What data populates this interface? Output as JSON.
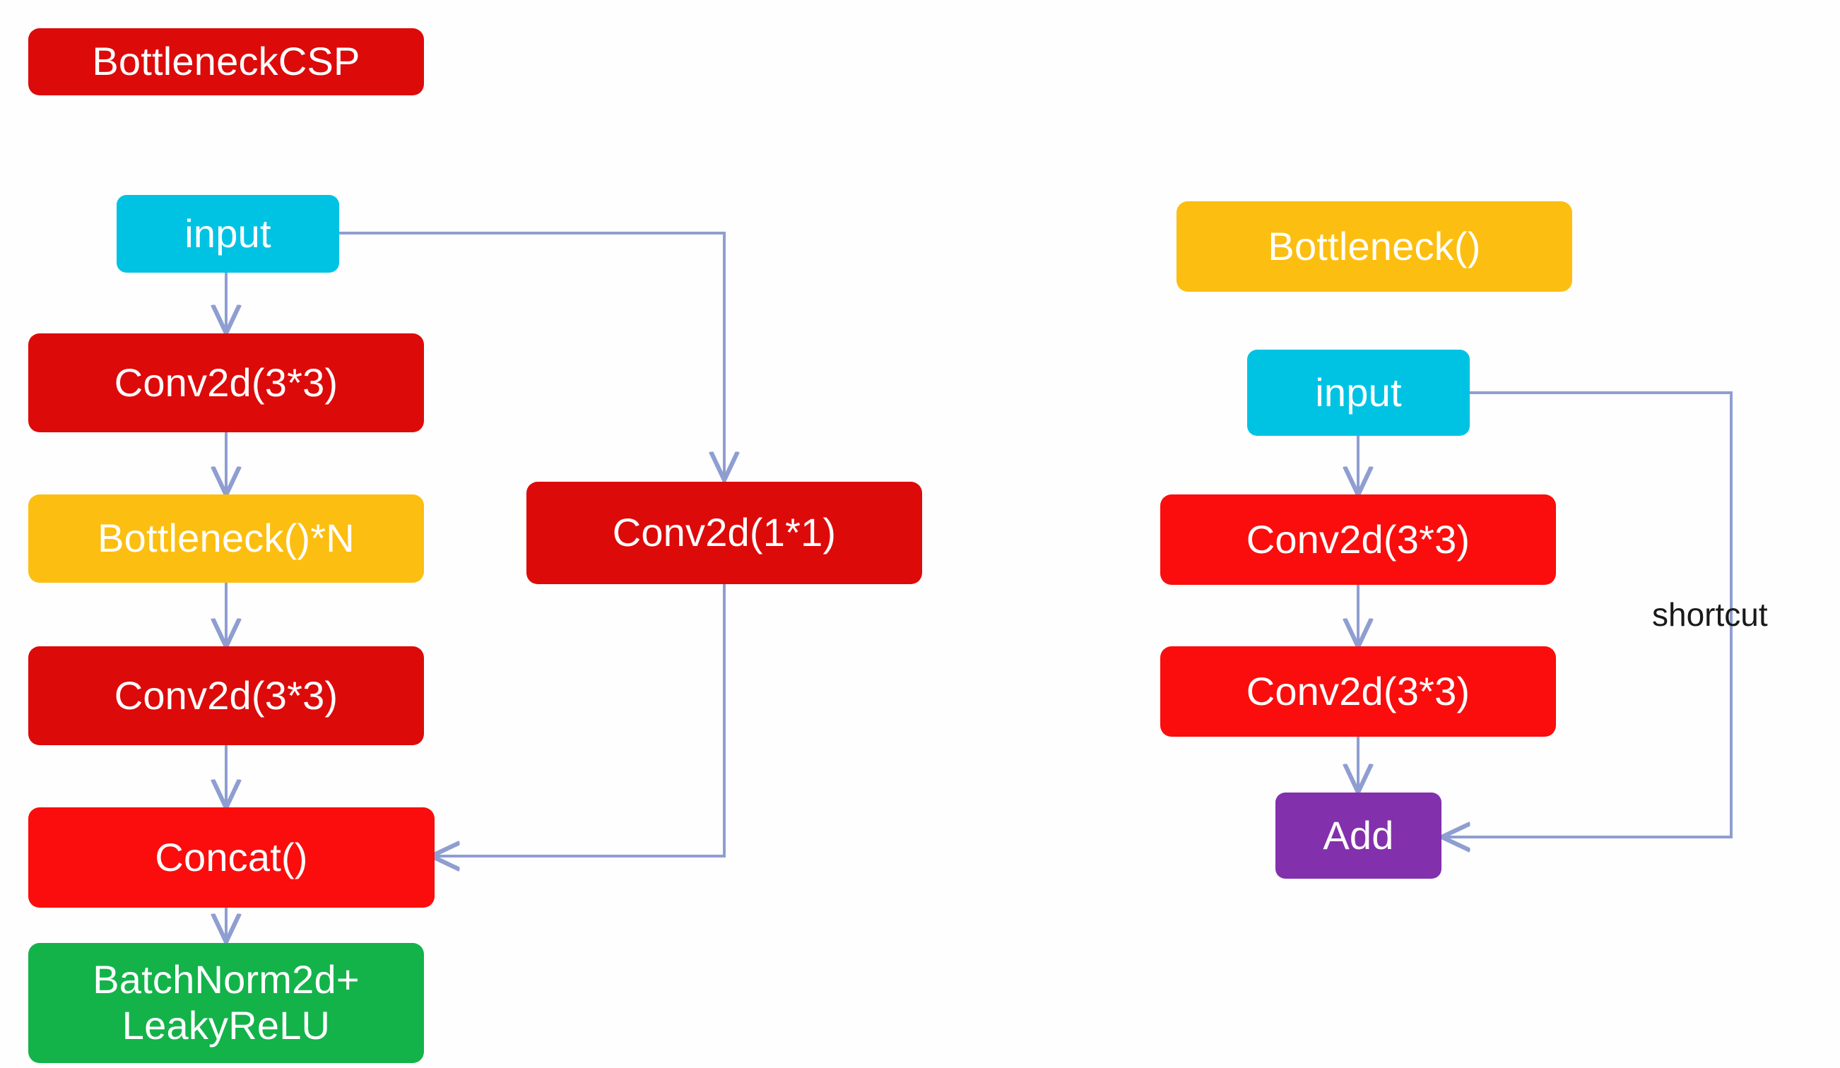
{
  "diagram": {
    "title": "BottleneckCSP",
    "background_color": "#fefefe",
    "edge_color": "#8f9ed1",
    "colors": {
      "red_dark": "#dd0a0a",
      "red_bright": "#fb0d0d",
      "cyan": "#00c3e3",
      "orange": "#fcbe10",
      "green": "#13b34a",
      "purple": "#8330ad",
      "label_text": "#1a1a1a"
    },
    "left_group": {
      "header": {
        "label": "BottleneckCSP",
        "color": "#dd0a0a",
        "text_color": "#ffffff"
      },
      "nodes": [
        {
          "id": "input",
          "label": "input",
          "color": "#00c3e3"
        },
        {
          "id": "conv33_a",
          "label": "Conv2d(3*3)",
          "color": "#dd0a0a"
        },
        {
          "id": "bottleneck_n",
          "label": "Bottleneck()*N",
          "color": "#fcbe10"
        },
        {
          "id": "conv33_b",
          "label": "Conv2d(3*3)",
          "color": "#dd0a0a"
        },
        {
          "id": "concat",
          "label": "Concat()",
          "color": "#fb0d0d"
        },
        {
          "id": "bn_relu_line1",
          "label": "BatchNorm2d+",
          "color": "#13b34a"
        },
        {
          "id": "bn_relu_line2",
          "label": "LeakyReLU",
          "color": "#13b34a"
        },
        {
          "id": "conv11",
          "label": "Conv2d(1*1)",
          "color": "#dd0a0a"
        }
      ]
    },
    "right_group": {
      "header": {
        "label": "Bottleneck()",
        "color": "#fcbe10",
        "text_color": "#ffffff"
      },
      "nodes": [
        {
          "id": "input_r",
          "label": "input",
          "color": "#00c3e3"
        },
        {
          "id": "conv33_c",
          "label": "Conv2d(3*3)",
          "color": "#fb0d0d"
        },
        {
          "id": "conv33_d",
          "label": "Conv2d(3*3)",
          "color": "#fb0d0d"
        },
        {
          "id": "add",
          "label": "Add",
          "color": "#8330ad"
        }
      ],
      "edge_labels": [
        {
          "id": "shortcut",
          "label": "shortcut"
        }
      ]
    }
  }
}
